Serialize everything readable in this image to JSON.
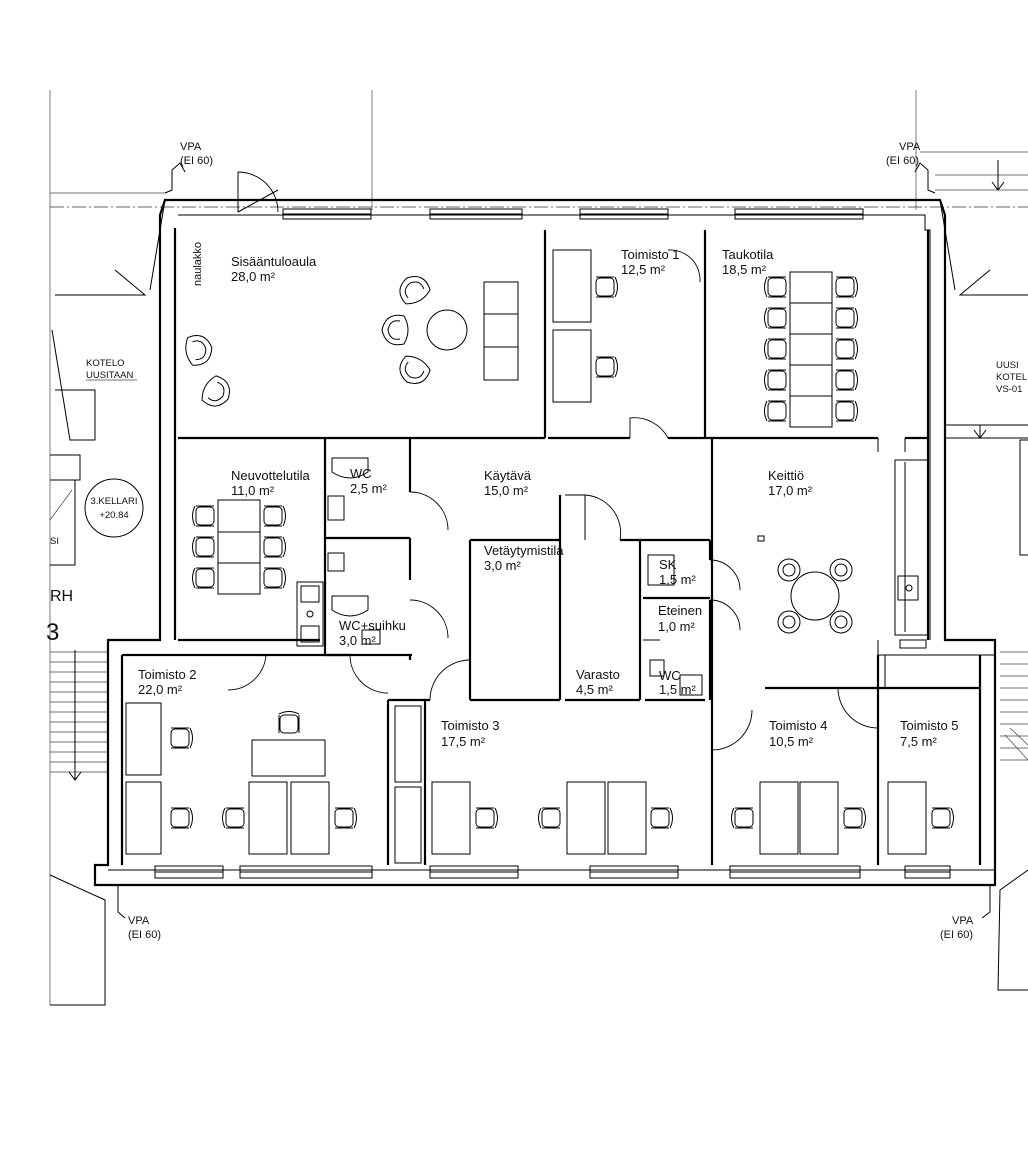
{
  "rooms": [
    {
      "id": "sisaantuloaula",
      "name": "Sisääntuloaula",
      "area": "28,0 m²"
    },
    {
      "id": "toimisto1",
      "name": "Toimisto 1",
      "area": "12,5 m²"
    },
    {
      "id": "taukotila",
      "name": "Taukotila",
      "area": "18,5 m²"
    },
    {
      "id": "neuvottelutila",
      "name": "Neuvottelutila",
      "area": "11,0 m²"
    },
    {
      "id": "wc1",
      "name": "WC",
      "area": "2,5 m²"
    },
    {
      "id": "kaytava",
      "name": "Käytävä",
      "area": "15,0 m²"
    },
    {
      "id": "keittio",
      "name": "Keittiö",
      "area": "17,0 m²"
    },
    {
      "id": "vetaytymistila",
      "name": "Vetäytymistila",
      "area": "3,0 m²"
    },
    {
      "id": "sk",
      "name": "SK",
      "area": "1,5 m²"
    },
    {
      "id": "eteinen",
      "name": "Eteinen",
      "area": "1,0 m²"
    },
    {
      "id": "wcsuihku",
      "name": "WC+suihku",
      "area": "3,0 m²"
    },
    {
      "id": "toimisto2",
      "name": "Toimisto 2",
      "area": "22,0 m²"
    },
    {
      "id": "varasto",
      "name": "Varasto",
      "area": "4,5 m²"
    },
    {
      "id": "wc2",
      "name": "WC",
      "area": "1,5 m²"
    },
    {
      "id": "toimisto3",
      "name": "Toimisto 3",
      "area": "17,5 m²"
    },
    {
      "id": "toimisto4",
      "name": "Toimisto 4",
      "area": "10,5 m²"
    },
    {
      "id": "toimisto5",
      "name": "Toimisto 5",
      "area": "7,5 m²"
    }
  ],
  "annotations": {
    "naulakko": "naulakko",
    "kotelo_line1": "KOTELO",
    "kotelo_line2": "UUSITAAN",
    "kellari_line1": "3.KELLARI",
    "kellari_line2": "+20.84",
    "uusi_line1": "UUSI",
    "uusi_line2": "KOTEL",
    "uusi_line3": "VS-01",
    "left_fragment_si": "SI",
    "left_fragment_rh": "RH",
    "left_fragment_3": "3"
  },
  "fire_doors": [
    {
      "id": "tl",
      "line1": "VPA",
      "line2": "(EI 60)"
    },
    {
      "id": "tr",
      "line1": "VPA",
      "line2": "(EI 60)"
    },
    {
      "id": "bl",
      "line1": "VPA",
      "line2": "(EI 60)"
    },
    {
      "id": "br",
      "line1": "VPA",
      "line2": "(EI 60)"
    }
  ]
}
